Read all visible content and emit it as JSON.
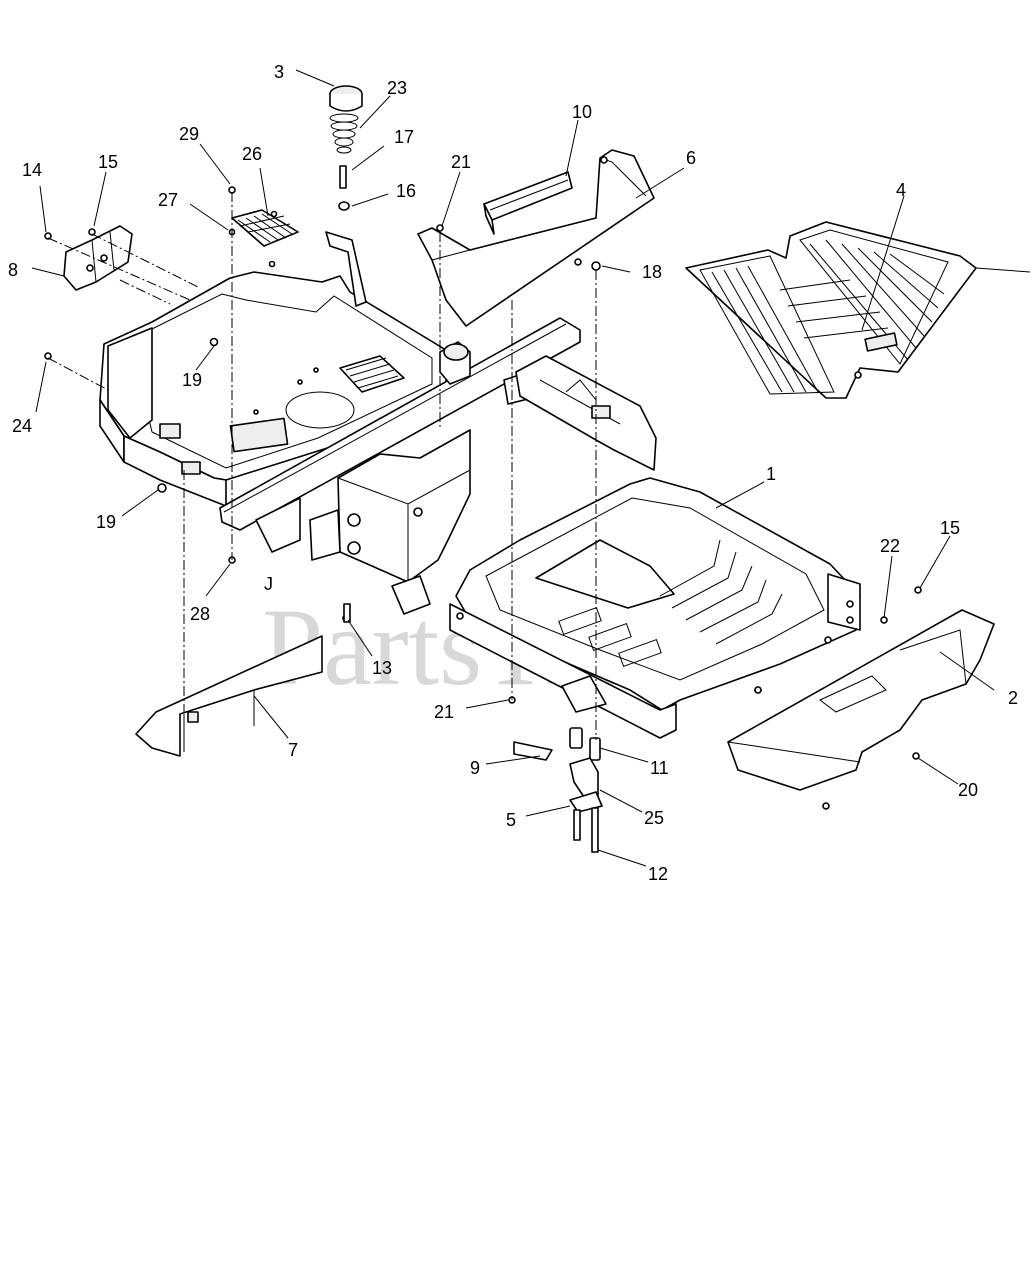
{
  "watermark": "PartsTree",
  "callouts": [
    "1",
    "2",
    "3",
    "4",
    "5",
    "6",
    "7",
    "8",
    "9",
    "10",
    "11",
    "12",
    "13",
    "14",
    "15",
    "15",
    "16",
    "17",
    "18",
    "19",
    "19",
    "20",
    "21",
    "21",
    "22",
    "23",
    "24",
    "25",
    "26",
    "27",
    "28",
    "29"
  ]
}
